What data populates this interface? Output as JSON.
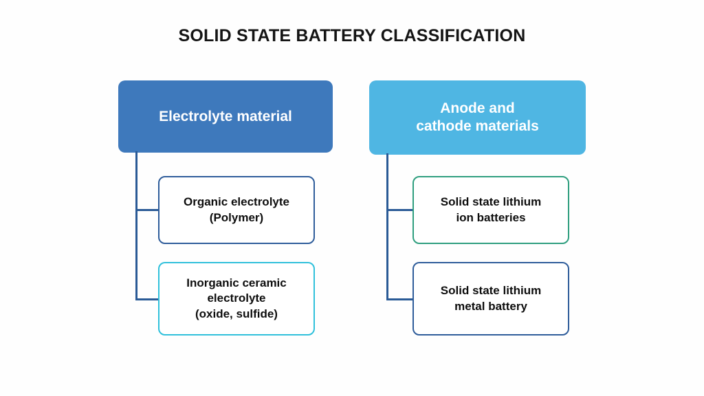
{
  "diagram": {
    "title": "SOLID STATE BATTERY CLASSIFICATION",
    "background_color": "#fefefe",
    "title_color": "#141414",
    "connector_color": "#2a5a96",
    "branches": [
      {
        "id": "electrolyte-material",
        "parent": {
          "label": "Electrolyte material",
          "fill_color": "#3e79bc",
          "text_color": "#ffffff"
        },
        "children": [
          {
            "id": "organic-electrolyte",
            "line1": "Organic electrolyte",
            "line2": "(Polymer)",
            "line3": "",
            "border_color": "#2e5c9a",
            "fill_color": "#ffffff",
            "text_color": "#0d0d0d"
          },
          {
            "id": "inorganic-ceramic-electrolyte",
            "line1": "Inorganic ceramic",
            "line2": "electrolyte",
            "line3": "(oxide, sulfide)",
            "border_color": "#2fc0db",
            "fill_color": "#ffffff",
            "text_color": "#0d0d0d"
          }
        ]
      },
      {
        "id": "anode-and-cathode-materials",
        "parent": {
          "label_line1": "Anode and",
          "label_line2": "cathode materials",
          "fill_color": "#4fb6e3",
          "text_color": "#ffffff"
        },
        "children": [
          {
            "id": "solid-state-lithium-ion-batteries",
            "line1": "Solid state lithium",
            "line2": "ion batteries",
            "line3": "",
            "border_color": "#2e9e7e",
            "fill_color": "#ffffff",
            "text_color": "#0d0d0d"
          },
          {
            "id": "solid-state-lithium-metal-battery",
            "line1": "Solid state lithium",
            "line2": "metal battery",
            "line3": "",
            "border_color": "#2e5c9a",
            "fill_color": "#ffffff",
            "text_color": "#0d0d0d"
          }
        ]
      }
    ]
  }
}
